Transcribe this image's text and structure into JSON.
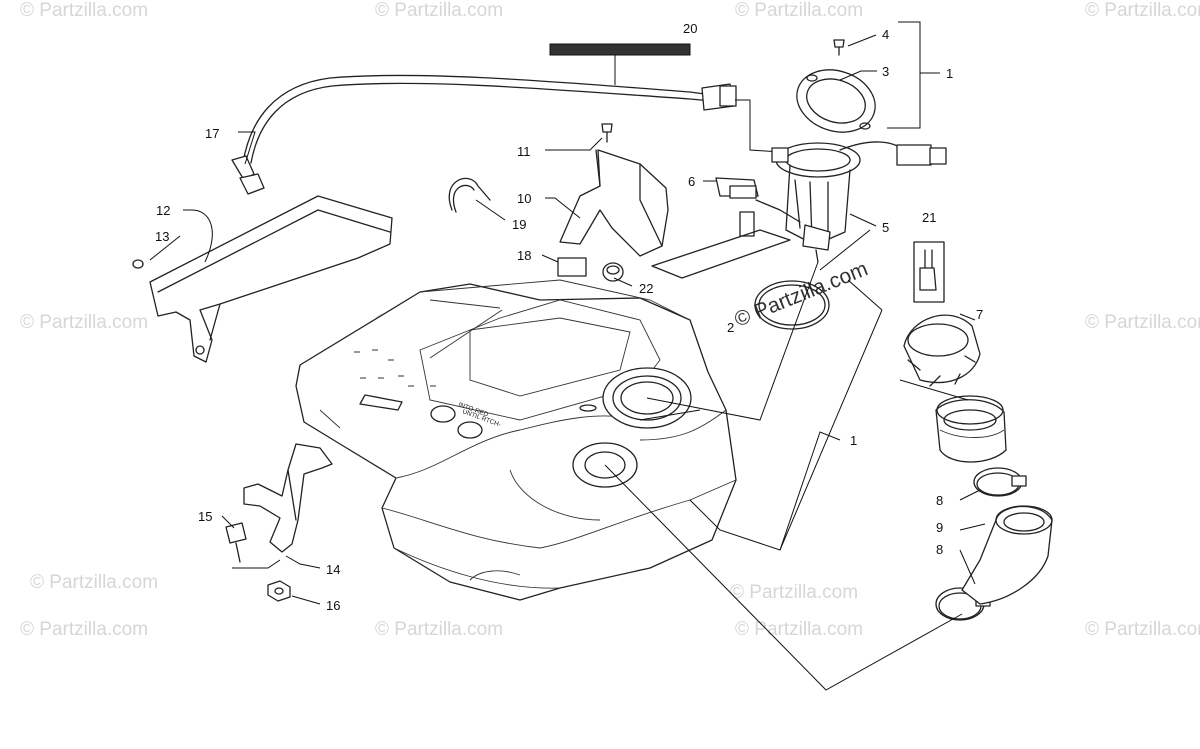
{
  "watermark": {
    "text": "© Partzilla.com",
    "center_text": "© Partzilla.com"
  },
  "tank_label": {
    "line1": "INTO-RED",
    "line2": "UNTIL RTCH-"
  },
  "callouts": {
    "c1a": "1",
    "c1b": "1",
    "c2": "2",
    "c3": "3",
    "c4": "4",
    "c5": "5",
    "c6": "6",
    "c7": "7",
    "c8a": "8",
    "c8b": "8",
    "c9": "9",
    "c10": "10",
    "c11": "11",
    "c12": "12",
    "c13": "13",
    "c14": "14",
    "c15": "15",
    "c16": "16",
    "c17": "17",
    "c18": "18",
    "c19": "19",
    "c20": "20",
    "c21": "21",
    "c22": "22"
  }
}
